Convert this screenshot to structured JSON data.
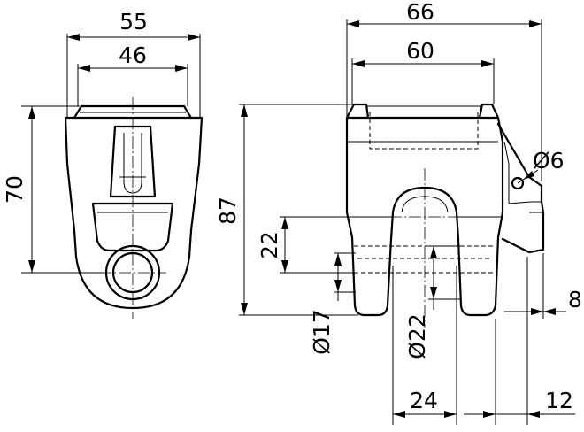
{
  "dimensions": {
    "front_width_outer": "55",
    "front_width_inner": "46",
    "front_height": "70",
    "side_width_outer": "66",
    "side_width_inner": "60",
    "side_height": "87",
    "slot_height": "22",
    "pin_diameter": "Ø6",
    "hole_diameter_small": "Ø17",
    "hole_diameter_large": "Ø22",
    "slot_width": "24",
    "flange_width": "12",
    "offset_right": "8"
  }
}
